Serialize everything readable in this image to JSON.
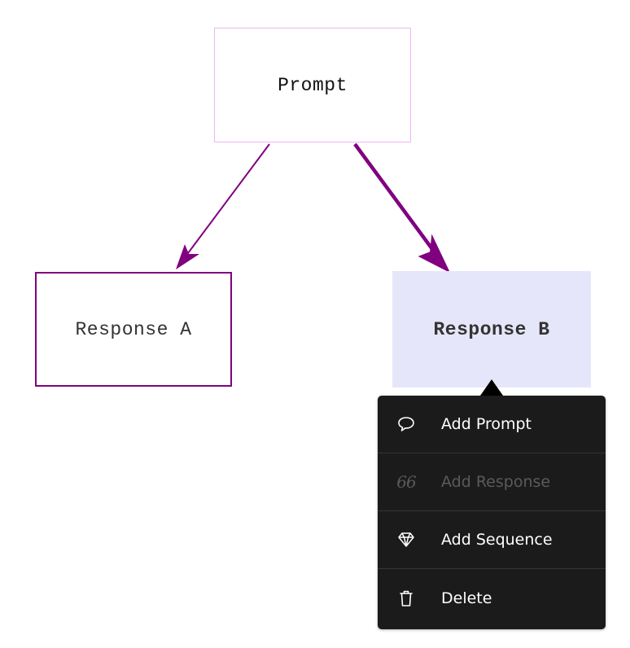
{
  "nodes": {
    "prompt": {
      "label": "Prompt"
    },
    "response_a": {
      "label": "Response A"
    },
    "response_b": {
      "label": "Response B",
      "selected": true
    }
  },
  "edges": [
    {
      "from": "Prompt",
      "to": "Response A",
      "emphasis": "normal"
    },
    {
      "from": "Prompt",
      "to": "Response B",
      "emphasis": "bold"
    }
  ],
  "context_menu": {
    "items": [
      {
        "label": "Add Prompt",
        "icon": "speech-bubble-icon",
        "enabled": true
      },
      {
        "label": "Add Response",
        "icon": "quote-icon",
        "enabled": false,
        "glyph": "66"
      },
      {
        "label": "Add Sequence",
        "icon": "diamond-icon",
        "enabled": true
      },
      {
        "label": "Delete",
        "icon": "trash-icon",
        "enabled": true
      }
    ]
  },
  "colors": {
    "edge": "#800080",
    "prompt_border": "#efb5f3",
    "response_a_border": "#800080",
    "selected_fill": "#e6e6fa",
    "menu_bg": "#1b1b1b",
    "menu_disabled_text": "#5a5a5a"
  }
}
